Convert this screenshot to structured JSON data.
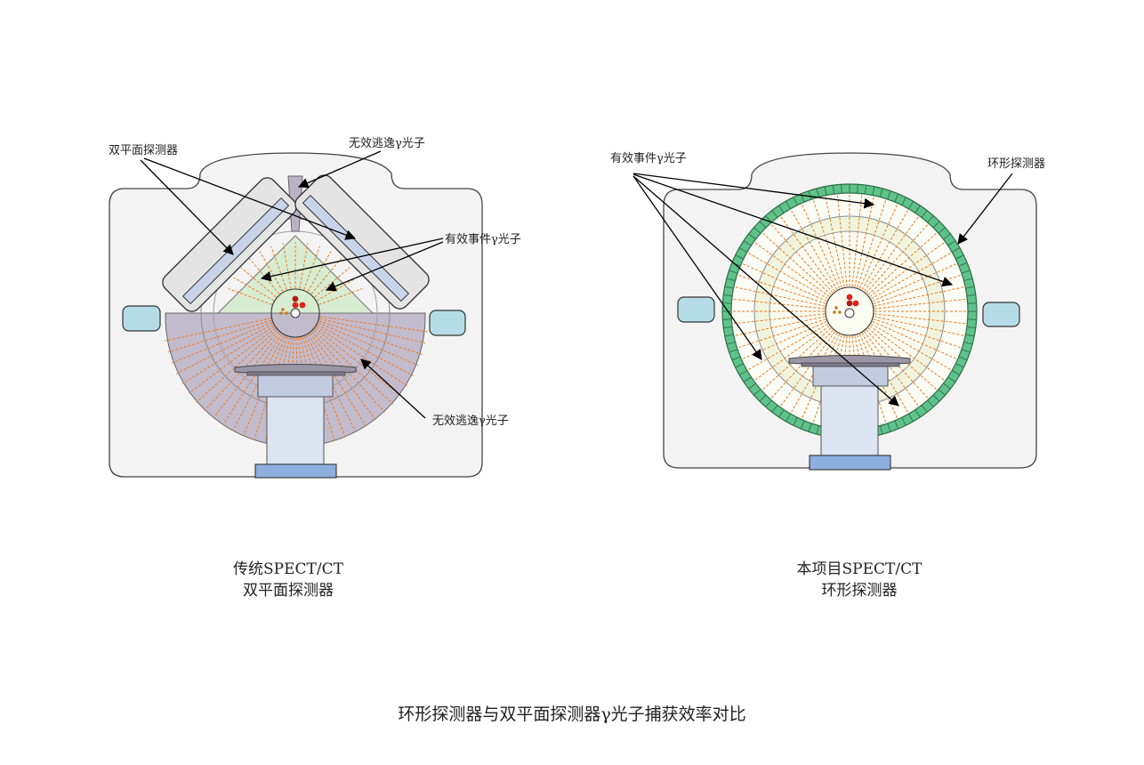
{
  "title": "环形探测器与双平面探测器γ光子捕获效率对比",
  "left_panel": {
    "caption_line1": "传统SPECT/CT",
    "caption_line2": "双平面探测器",
    "labels": {
      "dual_detector": "双平面探测器",
      "escaped_top": "无效逃逸γ光子",
      "valid_event": "有效事件γ光子",
      "escaped_bottom": "无效逃逸γ光子"
    }
  },
  "right_panel": {
    "caption_line1": "本项目SPECT/CT",
    "caption_line2": "环形探测器",
    "labels": {
      "valid_event": "有效事件γ光子",
      "ring_detector": "环形探测器"
    }
  },
  "colors": {
    "gantry_fill": "#f3f3f3",
    "detector_frame": "#e4e4e4",
    "detector_crystal": "#c9d4ea",
    "valid_zone": "#d8ecd2",
    "escape_zone": "#b9b0c4",
    "ray": "#f07a1e",
    "ring_detector": "#5fc28a",
    "ring_inner": "#f3f6e6",
    "bed_top": "#9a96a6",
    "bed_base": "#8eaee0",
    "side_window": "#b5dce6",
    "source_red": "#e0211b"
  }
}
